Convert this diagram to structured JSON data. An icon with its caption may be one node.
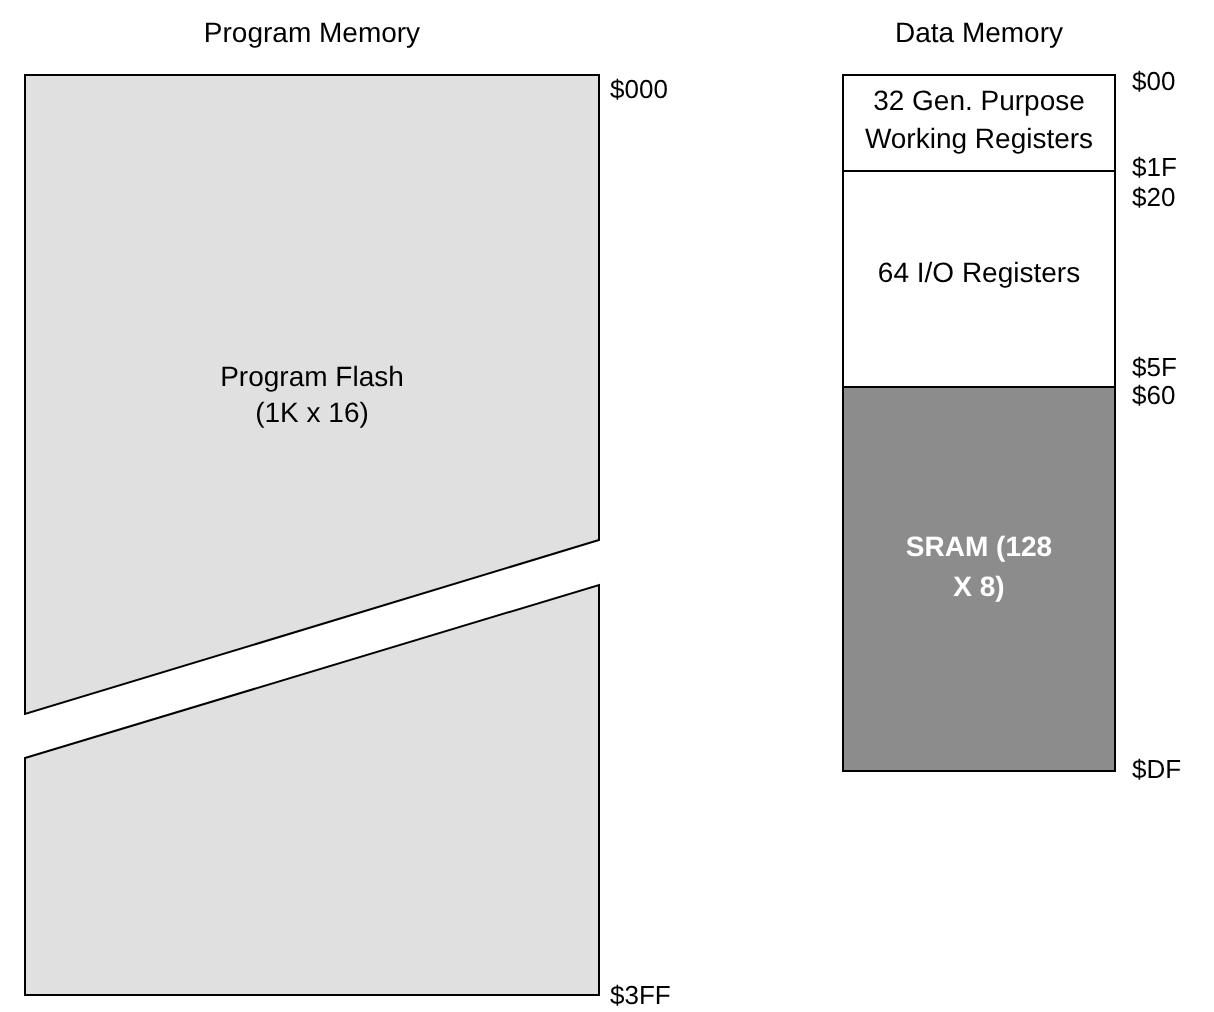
{
  "diagram": {
    "nodes": [
      {
        "text": [
          "Program Memory",
          "Program Flash (1K x 16)"
        ]
      },
      {
        "text": [],
        "shape": "box"
      },
      {
        "text": [
          "32 Gen. Purpose Working Registers"
        ]
      },
      {
        "text": [
          "64 I/O Registers"
        ]
      },
      {
        "text": [
          "SRAM (128 X 8)"
        ]
      }
    ],
    "labels": [
      "Data Memory",
      "$000",
      "$3FF",
      "$00",
      "$1F",
      "$20",
      "$5F",
      "$60",
      "$DF"
    ]
  }
}
